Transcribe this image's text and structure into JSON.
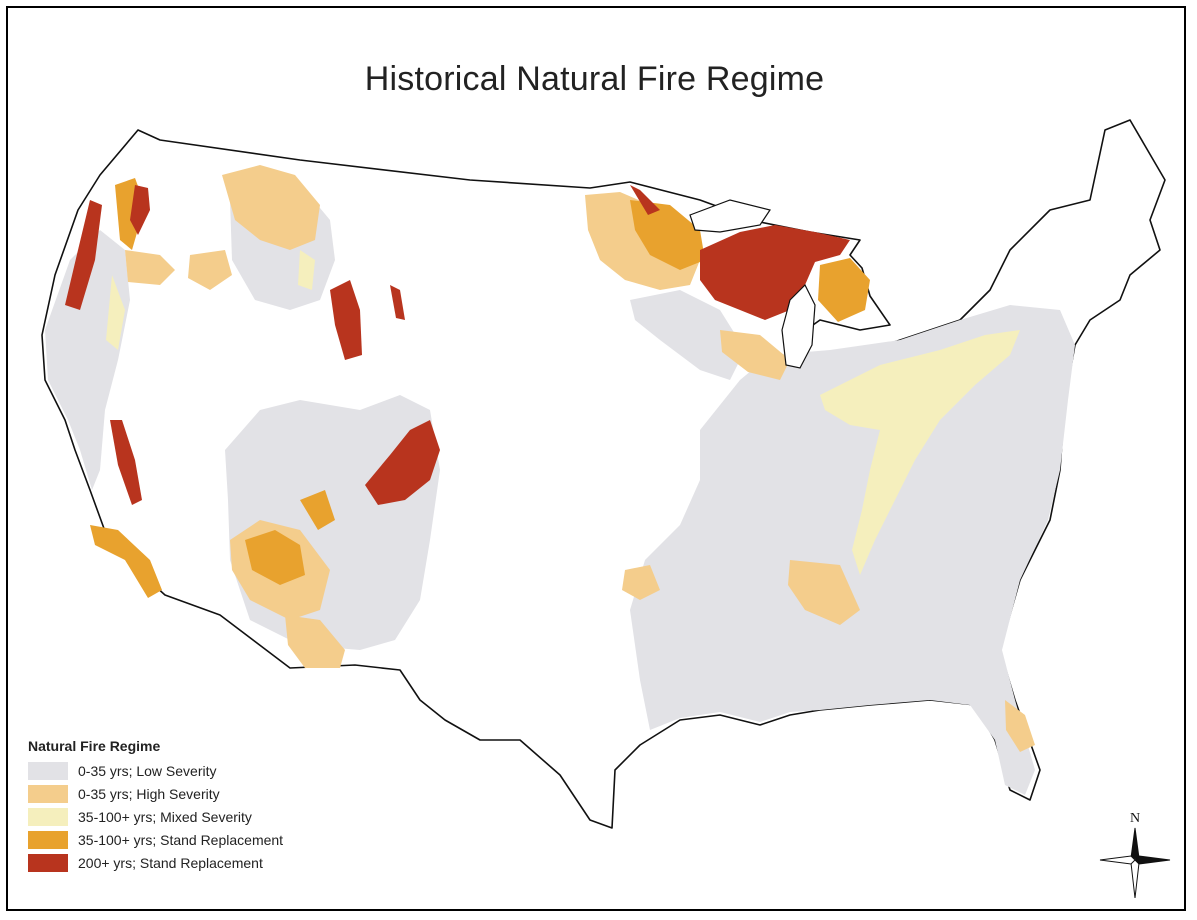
{
  "title": "Historical Natural Fire Regime",
  "legend": {
    "title": "Natural Fire Regime",
    "items": [
      {
        "label": "0-35 yrs; Low Severity",
        "color": "#e2e2e6"
      },
      {
        "label": "0-35 yrs; High Severity",
        "color": "#f4cd8c"
      },
      {
        "label": "35-100+ yrs; Mixed Severity",
        "color": "#f5efbd"
      },
      {
        "label": "35-100+ yrs; Stand Replacement",
        "color": "#e8a22e"
      },
      {
        "label": "200+ yrs; Stand Replacement",
        "color": "#b8341e"
      }
    ]
  },
  "north_arrow": {
    "label": "N",
    "icon": "compass-rose-icon"
  }
}
